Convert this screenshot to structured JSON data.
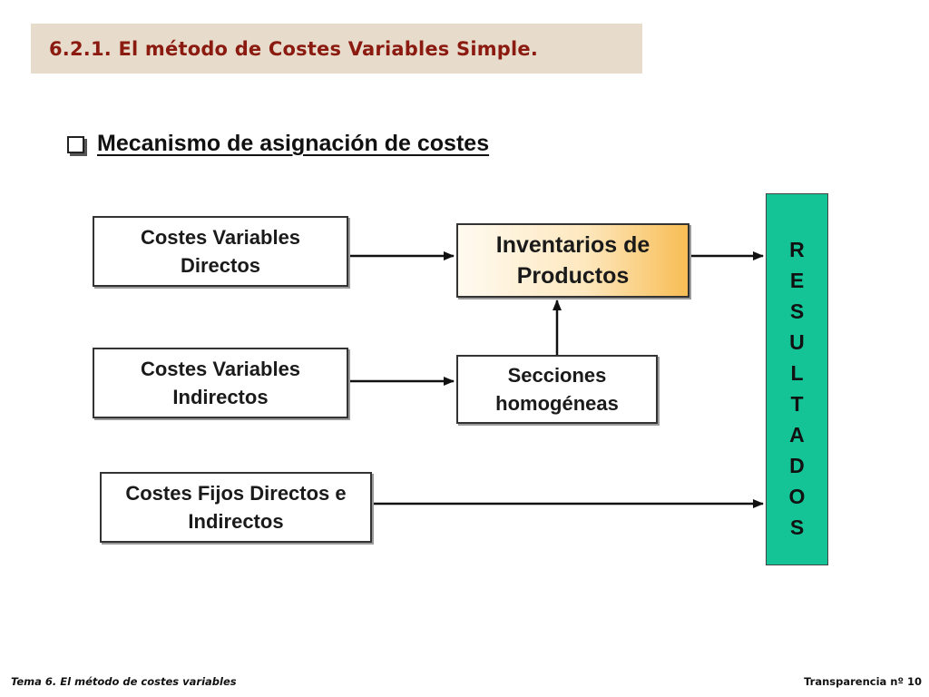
{
  "title": "6.2.1. El método de Costes Variables Simple.",
  "heading": "Mecanismo de asignación de costes",
  "boxes": {
    "cvd": "Costes Variables\nDirectos",
    "cvi": "Costes Variables\nIndirectos",
    "cfdi": "Costes Fijos Directos e\nIndirectos",
    "inventarios": "Inventarios de\nProductos",
    "secciones": "Secciones\nhomogéneas"
  },
  "resultados": [
    "R",
    "E",
    "S",
    "U",
    "L",
    "T",
    "A",
    "D",
    "O",
    "S"
  ],
  "footer": {
    "left": "Tema 6. El método de costes variables",
    "right": "Transparencia nº 10"
  },
  "colors": {
    "title_bg": "#e7dccb",
    "title_text": "#8b1a10",
    "resultados_bg": "#14c497",
    "inventarios_gradient_end": "#f8bd55"
  }
}
